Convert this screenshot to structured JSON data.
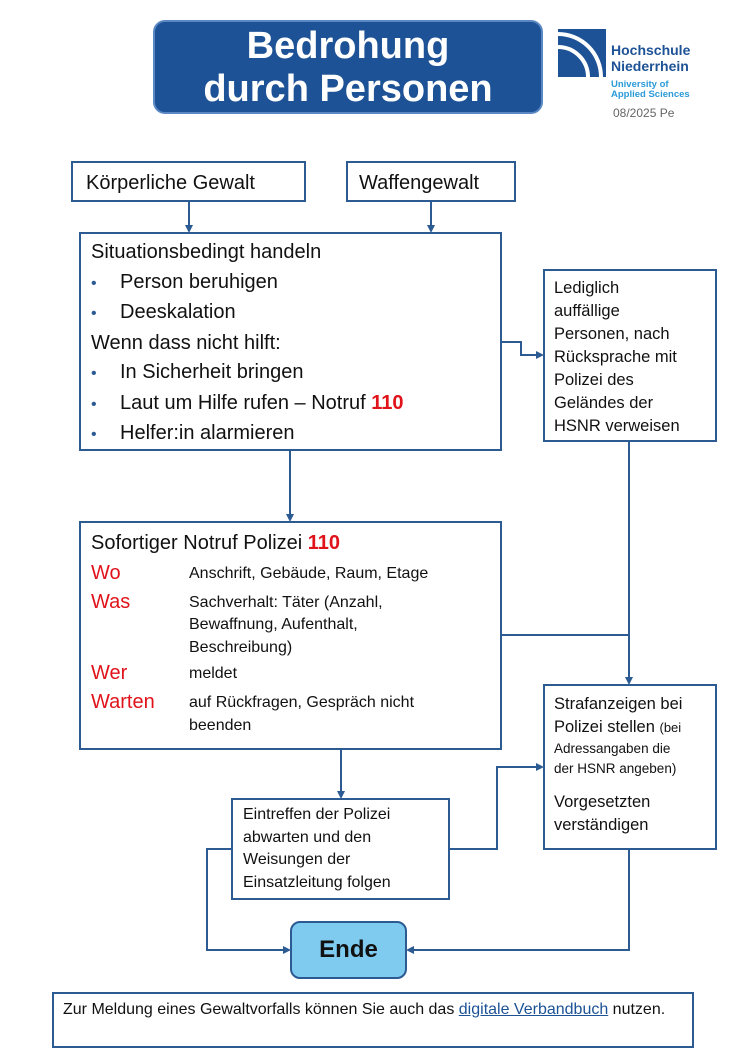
{
  "header": {
    "title_line1": "Bedrohung",
    "title_line2": "durch Personen",
    "logo": {
      "name_line1": "Hochschule",
      "name_line2": "Niederrhein",
      "sub_line1": "University of",
      "sub_line2": "Applied Sciences"
    },
    "version": "08/2025 Pe"
  },
  "colors": {
    "primary_blue": "#1d5296",
    "line_blue": "#2c5a92",
    "accent_red": "#e0131b",
    "end_fill": "#7fcbf0"
  },
  "triggers": {
    "physical": "Körperliche Gewalt",
    "weapon": "Waffengewalt"
  },
  "situation": {
    "heading": "Situationsbedingt handeln",
    "bullets_a": [
      "Person beruhigen",
      "Deeskalation"
    ],
    "condition": "Wenn dass nicht hilft:",
    "bullets_b": [
      "In Sicherheit bringen",
      "Helfer:in alarmieren"
    ],
    "call_prefix": "Laut um Hilfe rufen – Notruf ",
    "call_number": "110",
    "bullet_glyph": "•"
  },
  "suspicious": {
    "lines": [
      "Lediglich",
      "auffällige",
      "Personen, nach",
      "Rücksprache mit",
      "Polizei des",
      "Geländes der",
      "HSNR verweisen"
    ]
  },
  "emergency": {
    "heading": "Sofortiger Notruf Polizei ",
    "number": "110",
    "rows": [
      {
        "label": "Wo",
        "lines": [
          "Anschrift, Gebäude, Raum, Etage"
        ]
      },
      {
        "label": "Was",
        "lines": [
          "Sachverhalt: Täter (Anzahl,",
          "Bewaffnung, Aufenthalt,",
          "Beschreibung)"
        ]
      },
      {
        "label": "Wer",
        "lines": [
          "meldet"
        ]
      },
      {
        "label": "Warten",
        "lines": [
          "auf Rückfragen, Gespräch nicht",
          "beenden"
        ]
      }
    ]
  },
  "report": {
    "line1": "Strafanzeigen bei",
    "line2_main": "Polizei stellen ",
    "line2_small": "(bei",
    "line3": "Adressangaben die",
    "line4": "der HSNR angeben)",
    "line5": "Vorgesetzten",
    "line6": "verständigen"
  },
  "arrival": {
    "lines": [
      "Eintreffen der Polizei",
      "abwarten und den",
      "Weisungen der",
      "Einsatzleitung folgen"
    ]
  },
  "end": {
    "label": "Ende"
  },
  "footer": {
    "text_before": "Zur Meldung eines Gewaltvorfalls können Sie auch das ",
    "link_text": "digitale Verbandbuch",
    "text_after": " nutzen."
  }
}
